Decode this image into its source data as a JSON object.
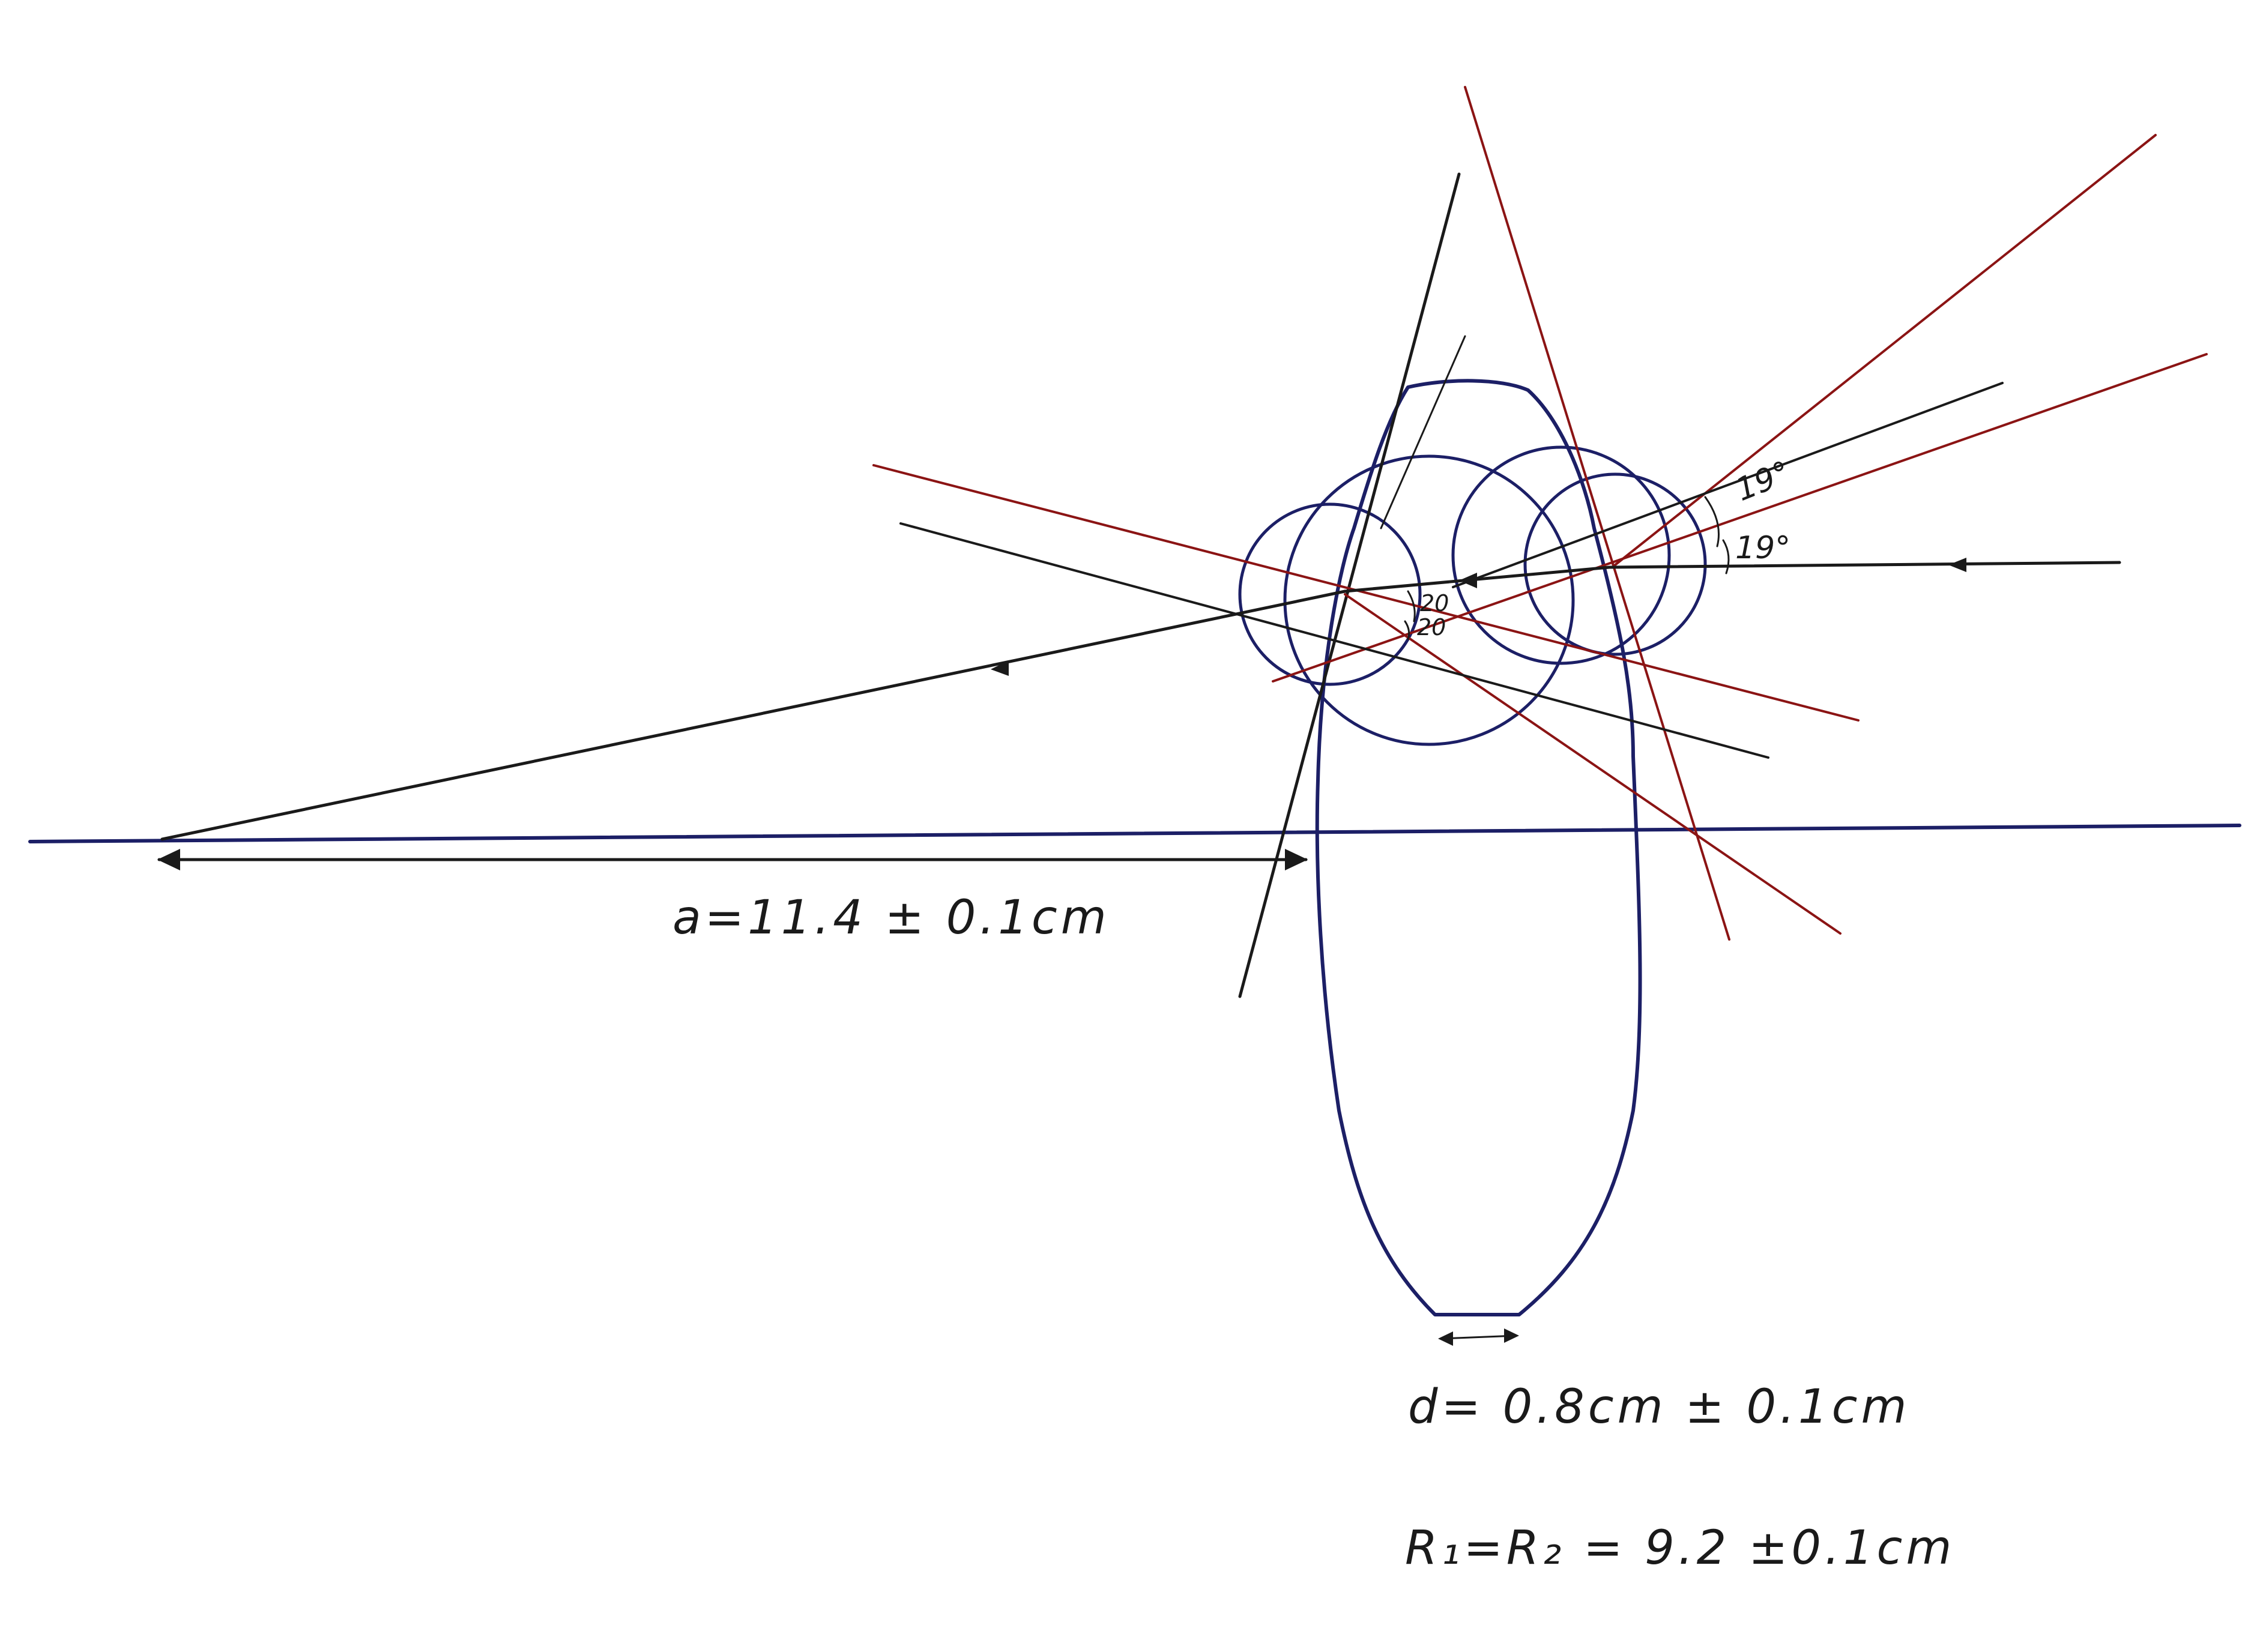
{
  "labels": {
    "distance_a": "a=11.4 ± 0.1cm",
    "thickness_d": "d= 0.8cm ± 0.1cm",
    "radii": "R₁=R₂ = 9.2 ±0.1cm",
    "angle_right_upper": "19°",
    "angle_right_lower": "19°",
    "angle_left_upper": "20",
    "angle_left_lower": "20"
  },
  "colors": {
    "ray": "#1a1a1a",
    "lens_outline": "#1c1f66",
    "normal_lines": "#8b1414"
  }
}
